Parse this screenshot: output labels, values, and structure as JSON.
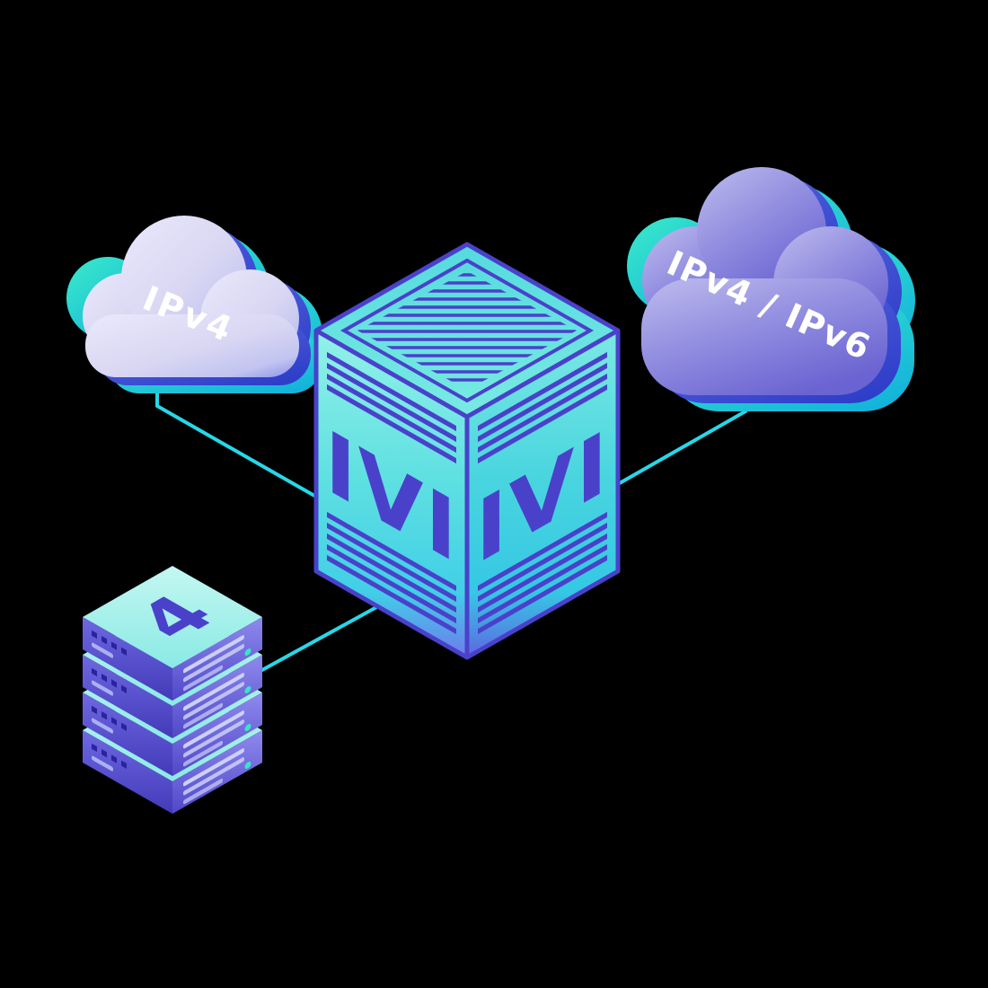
{
  "scene": {
    "background": "#000000",
    "nodes": {
      "left_cloud": {
        "type": "cloud",
        "label": "IPv4"
      },
      "right_cloud": {
        "type": "cloud",
        "label": "IPv4 / IPv6"
      },
      "translator": {
        "type": "isometric-cube",
        "left_face_label": "IVI",
        "right_face_label": "IVI"
      },
      "server_stack": {
        "type": "server-rack",
        "label": "4",
        "units": 4
      }
    },
    "colors": {
      "connector": "#27d7e8",
      "indigo": "#4a41ca",
      "teal": "#2de2c9",
      "lavender": "#dcdaf4",
      "cloud_purple": "#8a86dc",
      "label": "#ffffff"
    }
  }
}
